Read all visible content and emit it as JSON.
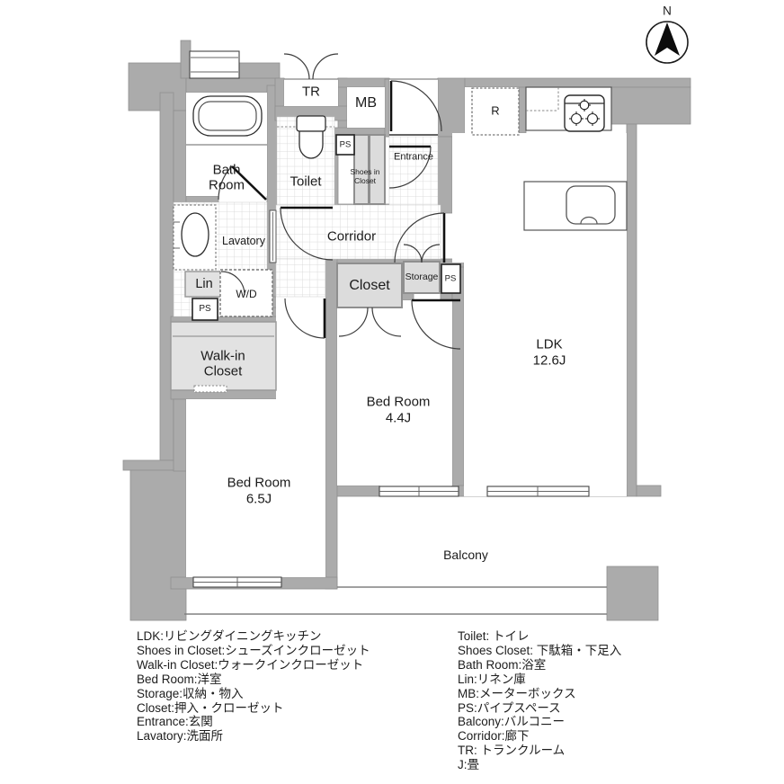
{
  "compass": {
    "north_label": "N"
  },
  "rooms": {
    "bath": {
      "line1": "Bath",
      "line2": "Room"
    },
    "toilet": {
      "name": "Toilet"
    },
    "tr": {
      "name": "TR"
    },
    "mb": {
      "name": "MB"
    },
    "ps_top": {
      "name": "PS"
    },
    "shoes_in_closet": {
      "line1": "Shoes in",
      "line2": "Closet"
    },
    "entrance": {
      "name": "Entrance"
    },
    "refrigerator": {
      "name": "R"
    },
    "corridor": {
      "name": "Corridor"
    },
    "lavatory": {
      "name": "Lavatory"
    },
    "lin": {
      "name": "Lin"
    },
    "ps_lavatory": {
      "name": "PS"
    },
    "washer_dryer": {
      "name": "W/D"
    },
    "closet": {
      "name": "Closet"
    },
    "storage": {
      "name": "Storage"
    },
    "ps_storage": {
      "name": "PS"
    },
    "walk_in_closet": {
      "line1": "Walk-in",
      "line2": "Closet"
    },
    "ldk": {
      "name": "LDK",
      "size": "12.6J"
    },
    "bedroom_44": {
      "name": "Bed Room",
      "size": "4.4J"
    },
    "bedroom_65": {
      "name": "Bed Room",
      "size": "6.5J"
    },
    "balcony": {
      "name": "Balcony"
    }
  },
  "legend_left": [
    "LDK:リビングダイニングキッチン",
    "Shoes in Closet:シューズインクローゼット",
    "Walk-in Closet:ウォークインクローゼット",
    "Bed Room:洋室",
    "Storage:収納・物入",
    "Closet:押入・クローゼット",
    "Entrance:玄関",
    "Lavatory:洗面所"
  ],
  "legend_right": [
    "Toilet: トイレ",
    "Shoes Closet: 下駄箱・下足入",
    "Bath Room:浴室",
    "Lin:リネン庫",
    "MB:メーターボックス",
    "PS:パイプスペース",
    "Balcony:バルコニー",
    "Corridor:廊下",
    "TR: トランクルーム",
    "J:畳"
  ],
  "colors": {
    "wall": "#ababab",
    "storage_fill": "#dcdcdc",
    "tile_line": "#dcdcdc",
    "door_arc": "#3c3c3c"
  }
}
